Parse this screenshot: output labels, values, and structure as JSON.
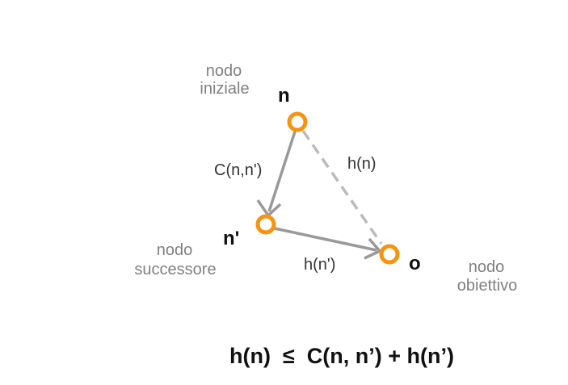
{
  "colors": {
    "node": "#f7940f",
    "edge": "#999999",
    "heuristic_edge": "#bbbbbb"
  },
  "nodes": {
    "n": {
      "label": "n",
      "caption": [
        "nodo",
        "iniziale"
      ]
    },
    "n_prime": {
      "label": "n'",
      "caption": [
        "nodo",
        "successore"
      ]
    },
    "o": {
      "label": "o",
      "caption": [
        "nodo",
        "obiettivo"
      ]
    }
  },
  "edges": {
    "n_to_nprime": {
      "label": "C(n,n')"
    },
    "nprime_to_o": {
      "label": "h(n')"
    },
    "n_to_o": {
      "label": "h(n)"
    }
  },
  "formula": "h(n)  ≤  C(n, n’) + h(n’)"
}
